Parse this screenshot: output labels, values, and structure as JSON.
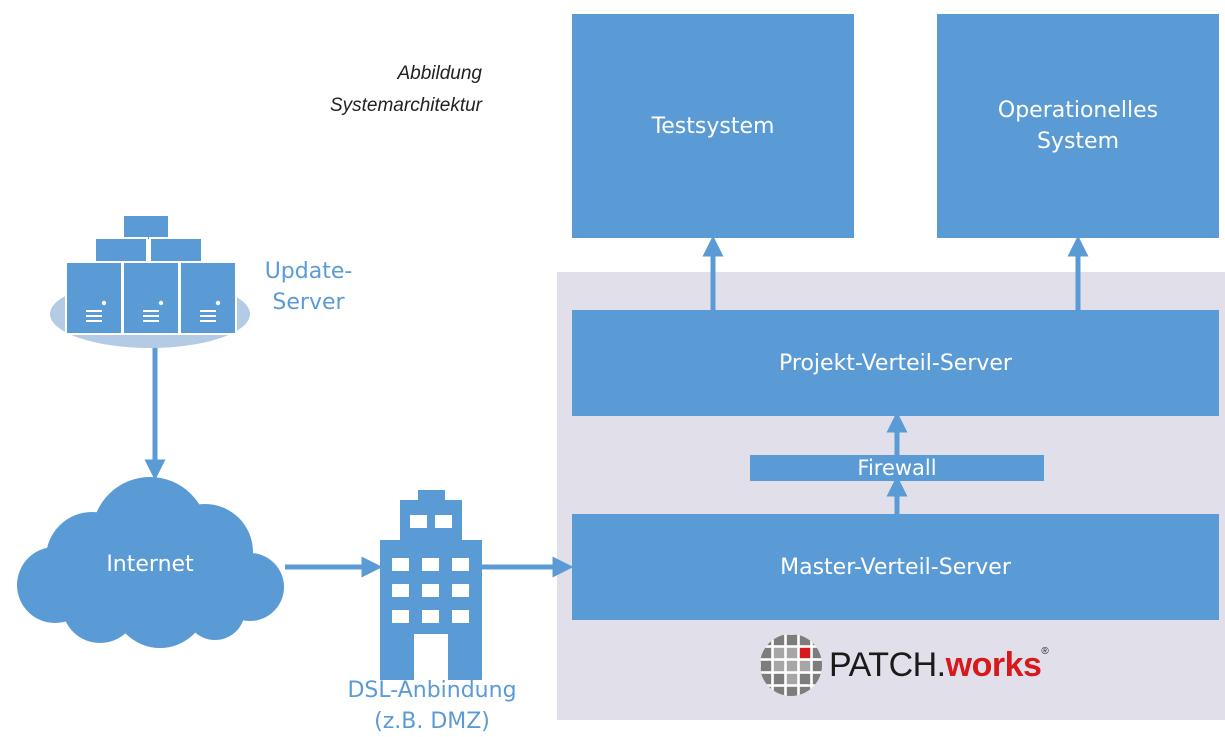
{
  "caption": {
    "line1": "Abbildung",
    "line2": "Systemarchitektur"
  },
  "nodes": {
    "testsystem": "Testsystem",
    "operationelles_system": "Operationelles\nSystem",
    "projekt_verteil_server": "Projekt-Verteil-Server",
    "firewall": "Firewall",
    "master_verteil_server": "Master-Verteil-Server",
    "internet": "Internet",
    "update_server": "Update-\nServer",
    "dsl_anbindung": "DSL-Anbindung\n(z.B. DMZ)"
  },
  "logo": {
    "text": "PATCH.",
    "text_bold": "works",
    "registered": "®"
  },
  "colors": {
    "box": "#5b9bd5",
    "panel": "#e1e0ea",
    "arrow": "#5b9bd5",
    "logo_red": "#d7191c"
  },
  "icons": [
    "server-cluster-icon",
    "cloud-icon",
    "building-icon",
    "patchworks-globe-icon"
  ]
}
